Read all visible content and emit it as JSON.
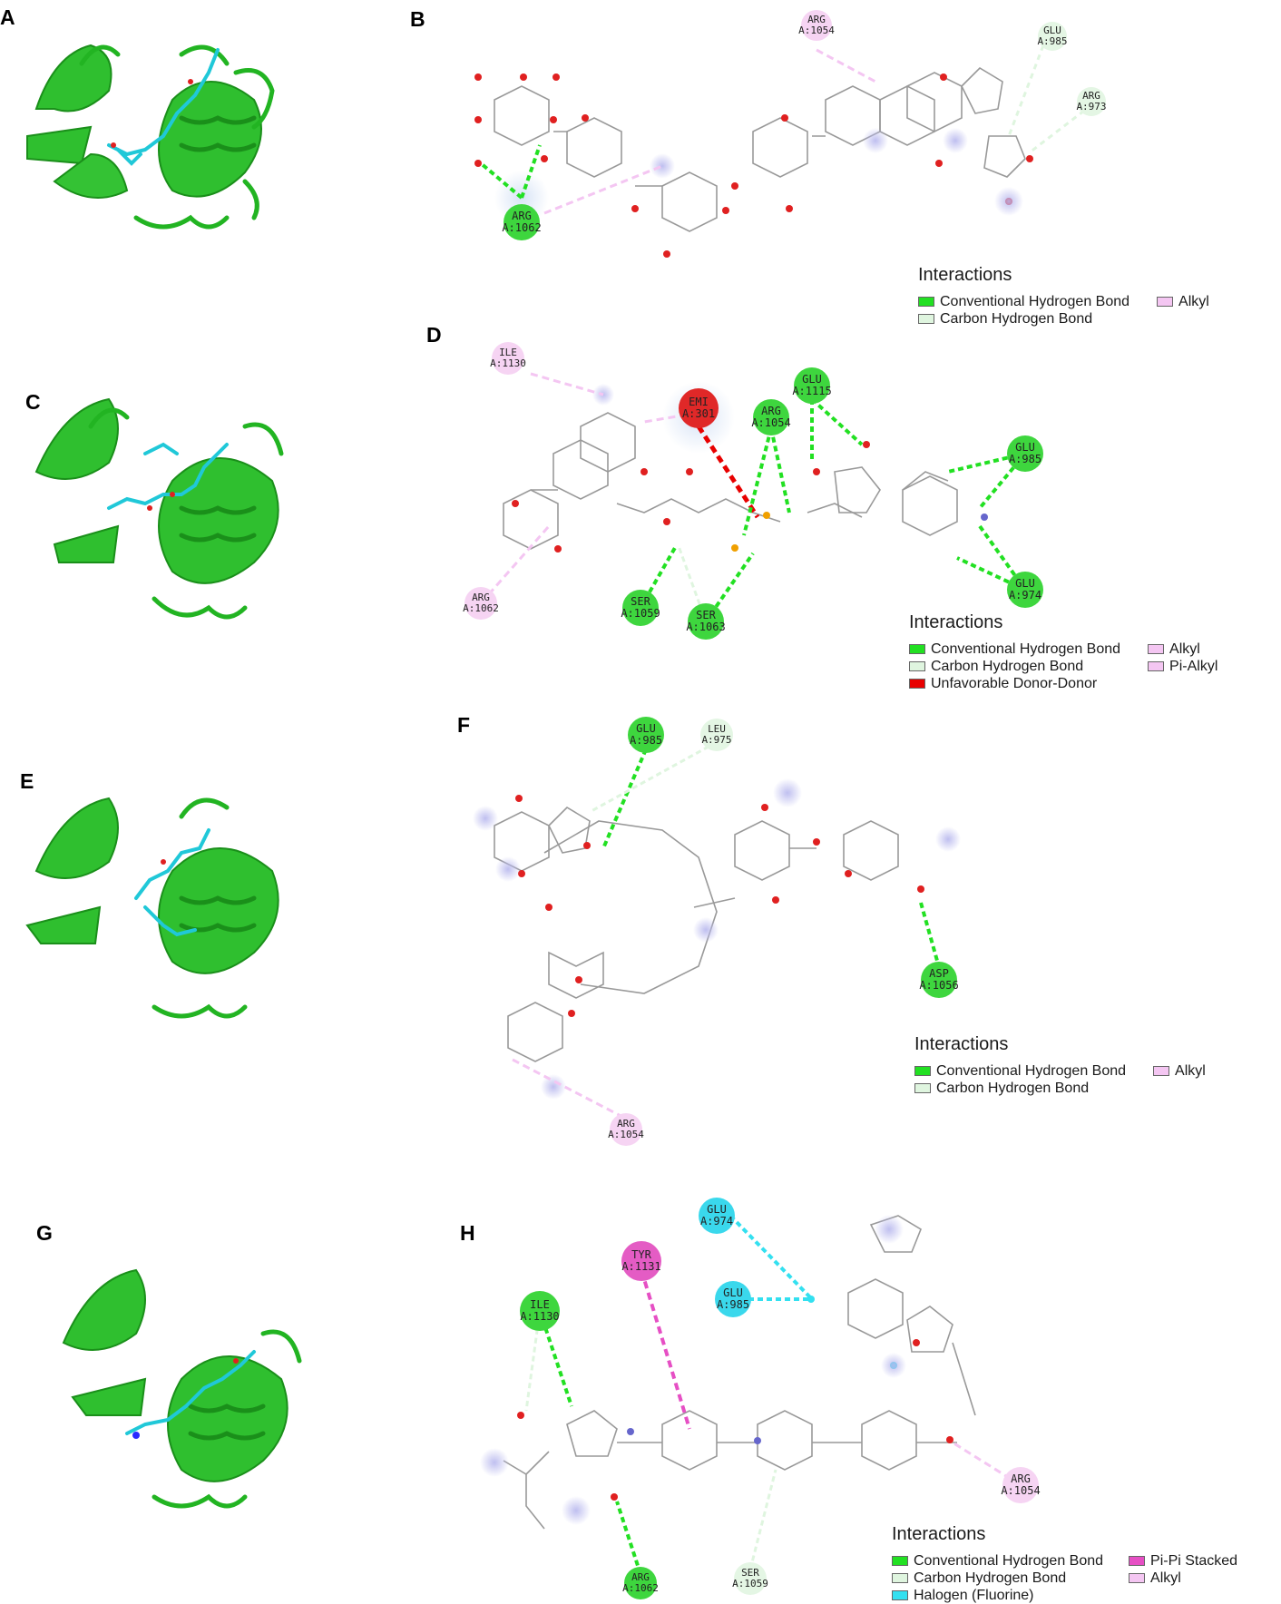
{
  "panels": {
    "A": "A",
    "B": "B",
    "C": "C",
    "D": "D",
    "E": "E",
    "F": "F",
    "G": "G",
    "H": "H"
  },
  "legend_title": "Interactions",
  "interaction_types": {
    "conventional_h": {
      "label": "Conventional Hydrogen Bond",
      "color": "#22e022"
    },
    "carbon_h": {
      "label": "Carbon Hydrogen Bond",
      "color": "#dff5df"
    },
    "alkyl": {
      "label": "Alkyl",
      "color": "#f4c6f2"
    },
    "pi_alkyl": {
      "label": "Pi-Alkyl",
      "color": "#f4c6f2"
    },
    "unfavorable": {
      "label": "Unfavorable Donor-Donor",
      "color": "#e80000"
    },
    "pi_pi": {
      "label": "Pi-Pi Stacked",
      "color": "#e64fc4"
    },
    "halogen": {
      "label": "Halogen (Fluorine)",
      "color": "#33e0f0"
    }
  },
  "residues": {
    "B": [
      {
        "name": "ARG",
        "id": "A:1054",
        "type": "alkyl"
      },
      {
        "name": "GLU",
        "id": "A:985",
        "type": "carbon_h"
      },
      {
        "name": "ARG",
        "id": "A:973",
        "type": "carbon_h"
      },
      {
        "name": "ARG",
        "id": "A:1062",
        "type": "conventional_h"
      }
    ],
    "D": [
      {
        "name": "ILE",
        "id": "A:1130",
        "type": "alkyl"
      },
      {
        "name": "EMI",
        "id": "A:301",
        "type": "unfavorable"
      },
      {
        "name": "ARG",
        "id": "A:1054",
        "type": "conventional_h"
      },
      {
        "name": "GLU",
        "id": "A:1115",
        "type": "conventional_h"
      },
      {
        "name": "GLU",
        "id": "A:985",
        "type": "conventional_h"
      },
      {
        "name": "GLU",
        "id": "A:974",
        "type": "conventional_h"
      },
      {
        "name": "ARG",
        "id": "A:1062",
        "type": "alkyl"
      },
      {
        "name": "SER",
        "id": "A:1059",
        "type": "conventional_h"
      },
      {
        "name": "SER",
        "id": "A:1063",
        "type": "conventional_h"
      }
    ],
    "F": [
      {
        "name": "GLU",
        "id": "A:985",
        "type": "conventional_h"
      },
      {
        "name": "LEU",
        "id": "A:975",
        "type": "carbon_h"
      },
      {
        "name": "ASP",
        "id": "A:1056",
        "type": "conventional_h"
      },
      {
        "name": "ARG",
        "id": "A:1054",
        "type": "alkyl"
      }
    ],
    "H": [
      {
        "name": "GLU",
        "id": "A:974",
        "type": "halogen"
      },
      {
        "name": "GLU",
        "id": "A:985",
        "type": "halogen"
      },
      {
        "name": "TYR",
        "id": "A:1131",
        "type": "pi_pi"
      },
      {
        "name": "ILE",
        "id": "A:1130",
        "type": "conventional_h"
      },
      {
        "name": "ARG",
        "id": "A:1054",
        "type": "alkyl"
      },
      {
        "name": "ARG",
        "id": "A:1062",
        "type": "conventional_h"
      },
      {
        "name": "SER",
        "id": "A:1059",
        "type": "carbon_h"
      }
    ]
  },
  "colors": {
    "protein": "#22b422",
    "ligand": "#20c8d8",
    "bond_line": "#999999",
    "oxygen": "#e02020",
    "nitrogen": "#6666cc",
    "phosphorus": "#f0a000",
    "halo": "#c8c8f0"
  },
  "icons": [
    "protein-ribbon-icon",
    "ligand-stick-icon"
  ]
}
